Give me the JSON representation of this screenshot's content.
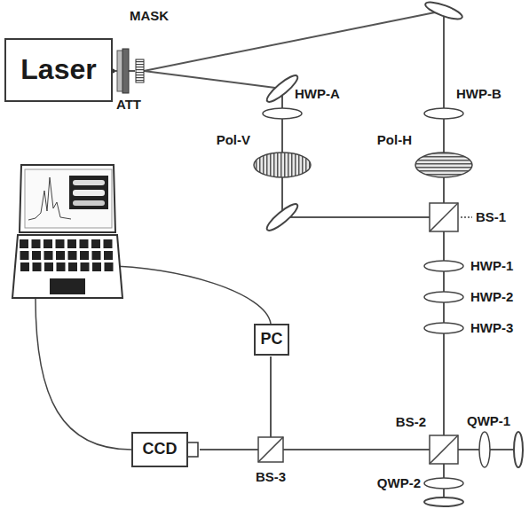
{
  "diagram": {
    "nodes": [
      {
        "text": [
          "Laser"
        ]
      },
      {
        "text": [
          "PC"
        ]
      },
      {
        "text": [
          "CCD"
        ]
      }
    ],
    "labels": [
      "ATT",
      "MASK",
      "HWP-A",
      "HWP-B",
      "Pol-V",
      "Pol-H",
      "BS-1",
      "HWP-1",
      "HWP-2",
      "HWP-3",
      "BS-2",
      "QWP-1",
      "QWP-2",
      "BS-3"
    ]
  }
}
